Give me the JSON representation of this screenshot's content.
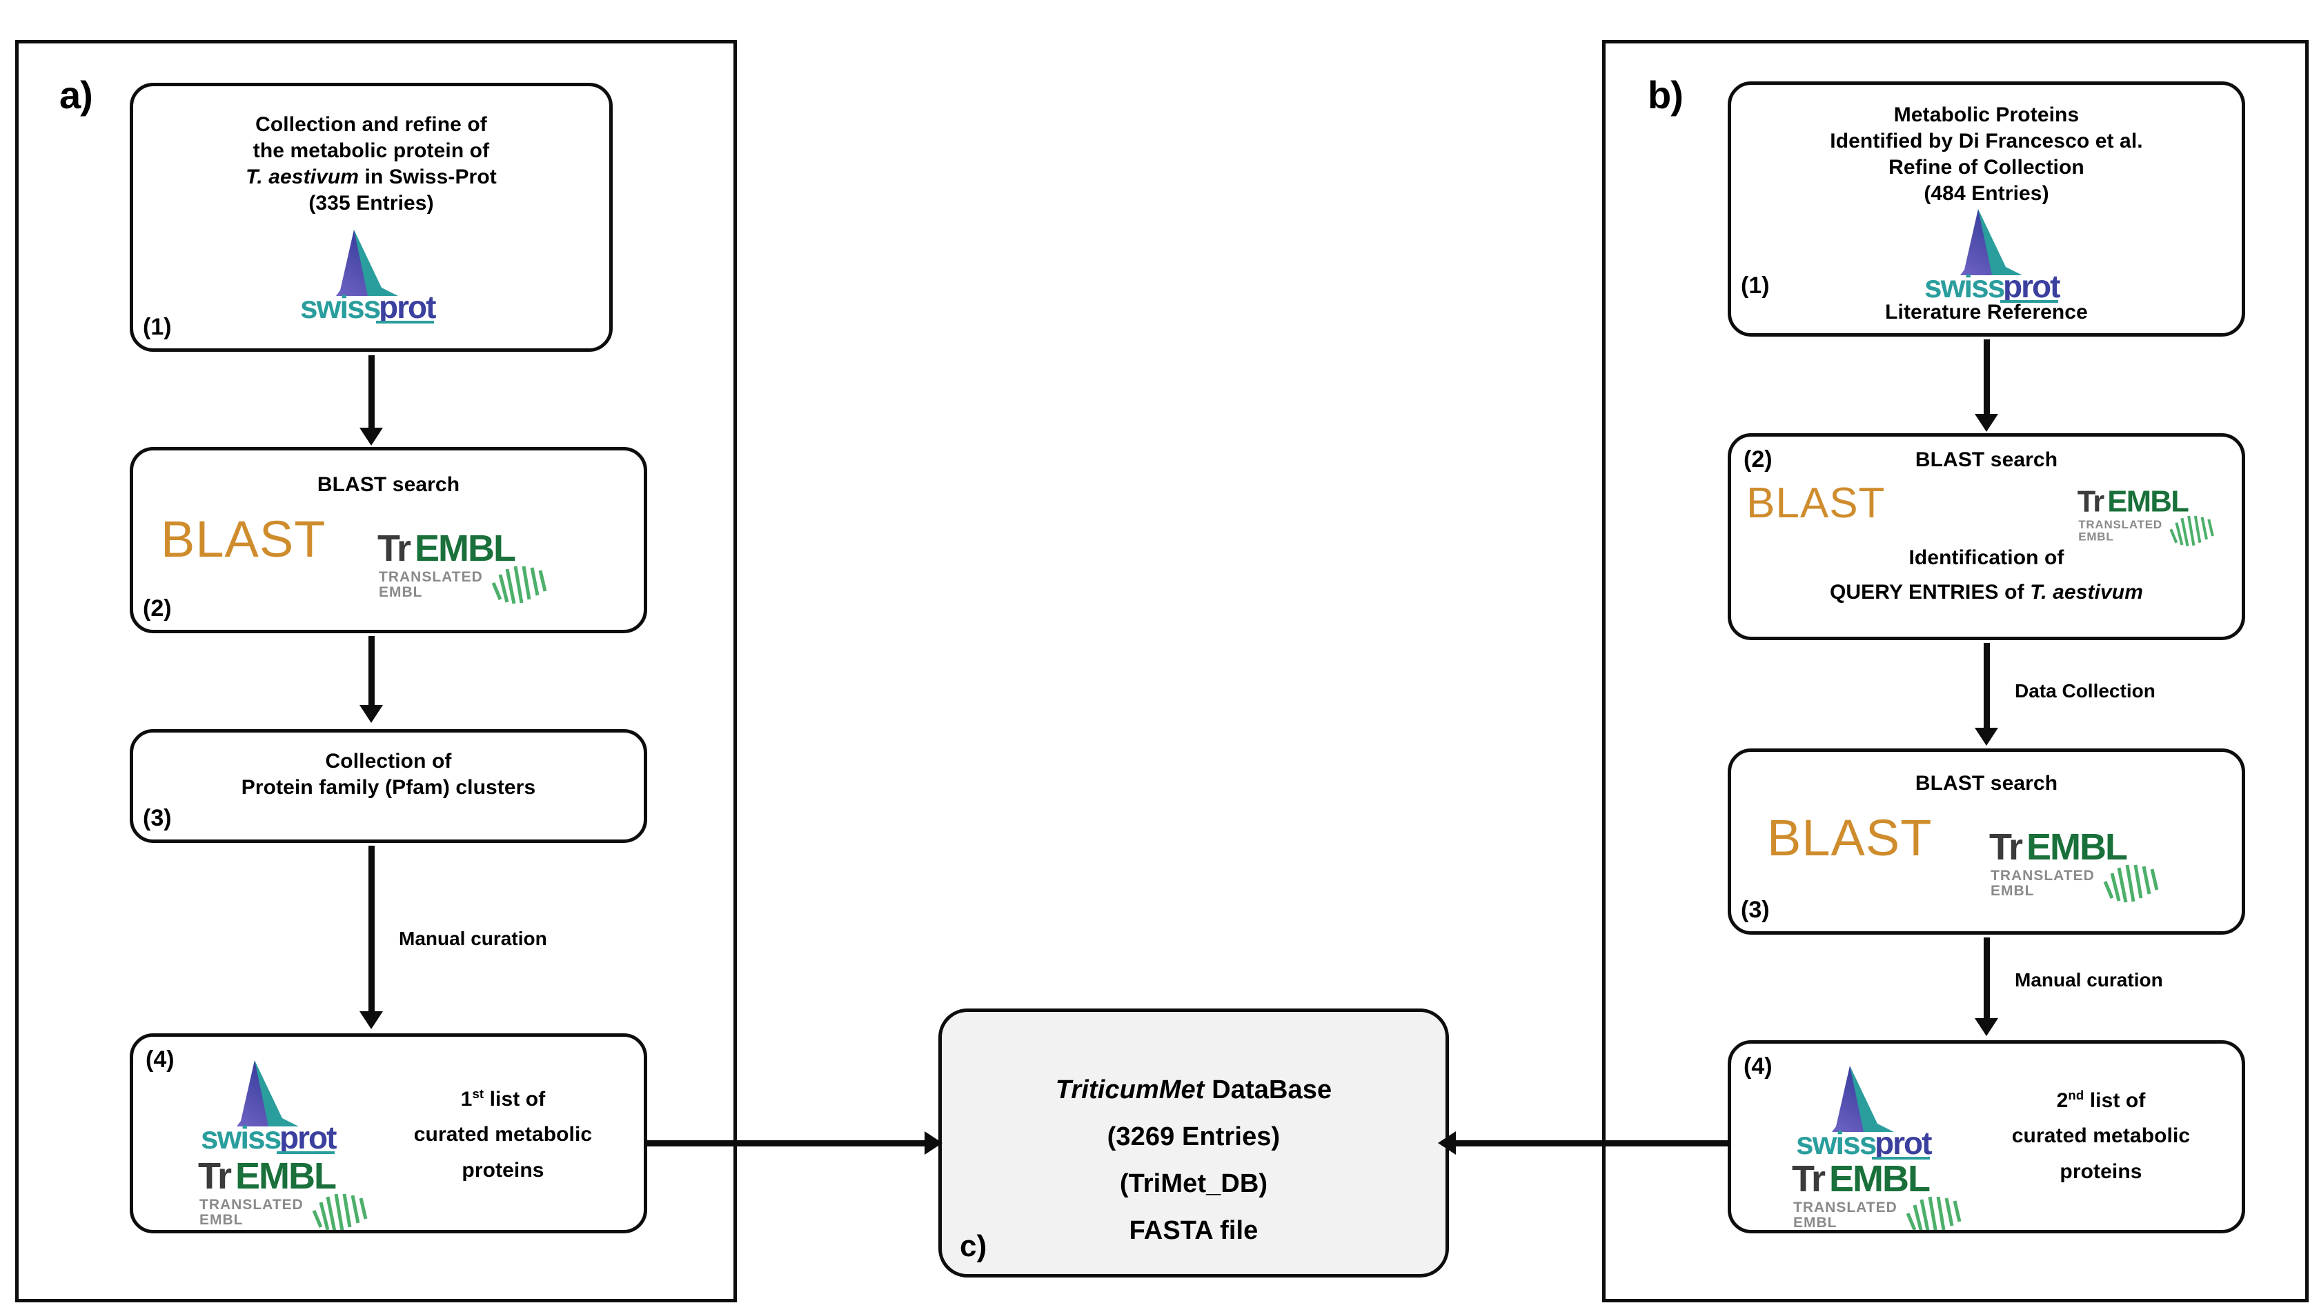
{
  "figure": {
    "panels": [
      {
        "id": "a",
        "tag": "a)"
      },
      {
        "id": "b",
        "tag": "b)"
      },
      {
        "id": "c",
        "tag": "c)"
      }
    ]
  },
  "panel_a": {
    "tag": "a)",
    "nodes": [
      {
        "index": "(1)",
        "lines": [
          "Collection and refine of",
          "the metabolic protein of",
          "T. aestivum in Swiss-Prot",
          "(335 Entries)"
        ],
        "italic_part": "T. aestivum",
        "logos": [
          "swissprot-logo"
        ]
      },
      {
        "index": "(2)",
        "lines": [
          "BLAST search"
        ],
        "logos": [
          "blast-wordmark",
          "trembl-logo"
        ]
      },
      {
        "index": "(3)",
        "lines": [
          "Collection of",
          "Protein family (Pfam) clusters"
        ],
        "logos": []
      },
      {
        "index": "(4)",
        "lines": [
          "1st list of",
          "curated metabolic",
          "proteins"
        ],
        "logos": [
          "swissprot-logo",
          "trembl-logo"
        ]
      }
    ],
    "edge_labels": [
      "Manual curation"
    ]
  },
  "panel_b": {
    "tag": "b)",
    "nodes": [
      {
        "index": "(1)",
        "lines": [
          "Metabolic Proteins",
          "Identified by Di Francesco et al.",
          "Refine of Collection",
          "(484 Entries)"
        ],
        "caption": "Literature Reference",
        "logos": [
          "swissprot-logo"
        ]
      },
      {
        "index": "(2)",
        "lines": [
          "BLAST search",
          "Identification of",
          "QUERY ENTRIES of T. aestivum"
        ],
        "italic_part": "T. aestivum",
        "logos": [
          "blast-wordmark",
          "trembl-logo"
        ]
      },
      {
        "index": "(3)",
        "lines": [
          "BLAST search"
        ],
        "logos": [
          "blast-wordmark",
          "trembl-logo"
        ]
      },
      {
        "index": "(4)",
        "lines": [
          "2nd list of",
          "curated metabolic",
          "proteins"
        ],
        "logos": [
          "swissprot-logo",
          "trembl-logo"
        ]
      }
    ],
    "edge_labels": [
      "Data Collection",
      "Manual curation"
    ]
  },
  "panel_c": {
    "tag": "c)",
    "lines": [
      "TriticumMet DataBase",
      "(3269 Entries)",
      "(TriMet_DB)",
      "FASTA file"
    ],
    "italic_part": "TriticumMet",
    "entries_count": "3269"
  },
  "text": {
    "a1_l1": "Collection and refine of",
    "a1_l2": "the metabolic protein of",
    "a1_l3_italic": "T. aestivum",
    "a1_l3_rest": " in Swiss-Prot",
    "a1_l4": "(335 Entries)",
    "a1_idx": "(1)",
    "a2_title": "BLAST search",
    "a2_idx": "(2)",
    "a3_l1": "Collection of",
    "a3_l2": "Protein family (Pfam) clusters",
    "a3_idx": "(3)",
    "a4_l1_pre": "1",
    "a4_l1_sup": "st",
    "a4_l1_post": " list of",
    "a4_l2": "curated metabolic",
    "a4_l3": "proteins",
    "a4_idx": "(4)",
    "a_edge_manual": "Manual curation",
    "b1_l1": "Metabolic Proteins",
    "b1_l2": "Identified by Di Francesco et al.",
    "b1_l3": "Refine of Collection",
    "b1_l4": "(484 Entries)",
    "b1_caption": "Literature Reference",
    "b1_idx": "(1)",
    "b2_title": "BLAST search",
    "b2_l2": "Identification of",
    "b2_l3_pre": "QUERY ENTRIES of ",
    "b2_l3_italic": "T. aestivum",
    "b2_idx": "(2)",
    "b_edge_data": "Data Collection",
    "b3_title": "BLAST search",
    "b3_idx": "(3)",
    "b_edge_manual": "Manual curation",
    "b4_l1_pre": "2",
    "b4_l1_sup": "nd",
    "b4_l1_post": " list of",
    "b4_l2": "curated metabolic",
    "b4_l3": "proteins",
    "b4_idx": "(4)",
    "c_l1_italic": "TriticumMet",
    "c_l1_rest": " DataBase",
    "c_l2": "(3269 Entries)",
    "c_l3": "(TriMet_DB)",
    "c_l4": "FASTA file",
    "c_tag": "c)",
    "panel_a_tag": "a)",
    "panel_b_tag": "b)",
    "blast_wordmark": "BLAST",
    "trembl_main_pre": "Tr",
    "trembl_main_post": "EMBL",
    "trembl_sub_l1": "TRANSLATED",
    "trembl_sub_l2": "EMBL",
    "swissprot_pre": "swiss",
    "swissprot_post": "prot"
  },
  "colors": {
    "blast_orange": "#cf8c2c",
    "trembl_green": "#19703a",
    "trembl_dark": "#3b3b3b",
    "trembl_gray": "#8a8a8a",
    "swissprot_teal": "#2a9d9d",
    "swissprot_blue": "#3b3f9e",
    "swissprot_purple": "#5a4fa8",
    "stroke": "#0d0d0d",
    "panel_c_fill": "#f2f2f2"
  }
}
